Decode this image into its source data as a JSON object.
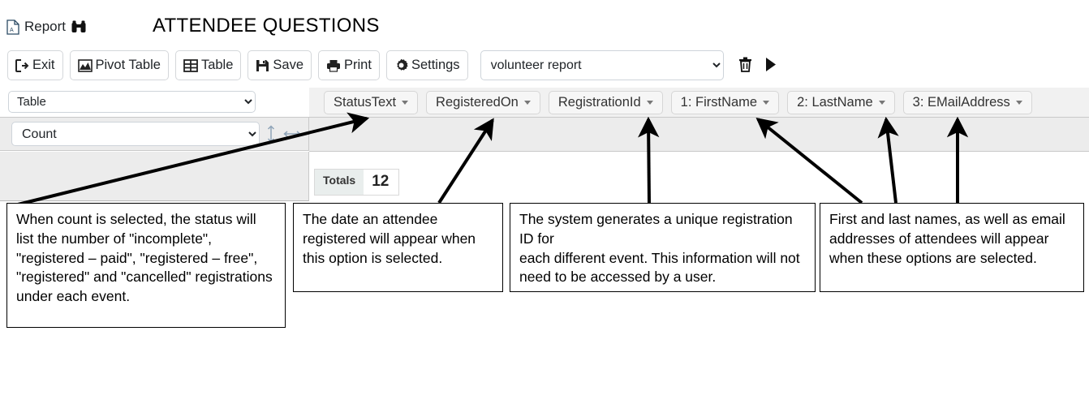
{
  "header": {
    "report_label": "Report",
    "doc_icon": "document-icon",
    "binoculars_icon": "binoculars-icon",
    "title": "ATTENDEE QUESTIONS"
  },
  "toolbar": {
    "buttons": [
      {
        "label": "Exit",
        "icon": "exit-icon"
      },
      {
        "label": "Pivot Table",
        "icon": "chart-icon"
      },
      {
        "label": "Table",
        "icon": "grid-icon"
      },
      {
        "label": "Save",
        "icon": "floppy-disk-icon"
      },
      {
        "label": "Print",
        "icon": "printer-icon"
      },
      {
        "label": "Settings",
        "icon": "gear-icon"
      }
    ],
    "report_select": {
      "value": "volunteer report"
    },
    "delete_icon": "trash-icon",
    "run_icon": "play-icon"
  },
  "left_panel": {
    "view_select": {
      "value": "Table"
    },
    "aggregate_select": {
      "value": "Count"
    },
    "resize_vertical_icon": "arrows-vertical-icon",
    "resize_horizontal_icon": "arrows-horizontal-icon"
  },
  "fields": {
    "chips": [
      {
        "label": "StatusText"
      },
      {
        "label": "RegisteredOn"
      },
      {
        "label": "RegistrationId"
      },
      {
        "label": "1: FirstName"
      },
      {
        "label": "2: LastName"
      },
      {
        "label": "3: EMailAddress"
      }
    ],
    "caret_icon": "chevron-down-icon"
  },
  "totals": {
    "label": "Totals",
    "value": "12"
  },
  "callouts": [
    {
      "id": "callout-1",
      "text": "When count is selected, the status will list the number of \"incomplete\", \"registered – paid\", \"registered – free\", \"registered\" and \"cancelled\" registrations under each event."
    },
    {
      "id": "callout-2",
      "text": "The date an attendee registered will appear when this option is selected."
    },
    {
      "id": "callout-3",
      "text": "The system generates a unique registration ID for\neach different event. This information will not need to be accessed by a user."
    },
    {
      "id": "callout-4",
      "text": "First and last names, as well as email addresses of attendees will appear when these options are selected."
    }
  ],
  "colors": {
    "panel_gray": "#ececec",
    "header_gray": "#f1f1f1",
    "chip_bg": "#f6f6f6",
    "border": "#c9c9c9",
    "arrow": "#000000",
    "totals_label_bg": "#e9eeed"
  }
}
